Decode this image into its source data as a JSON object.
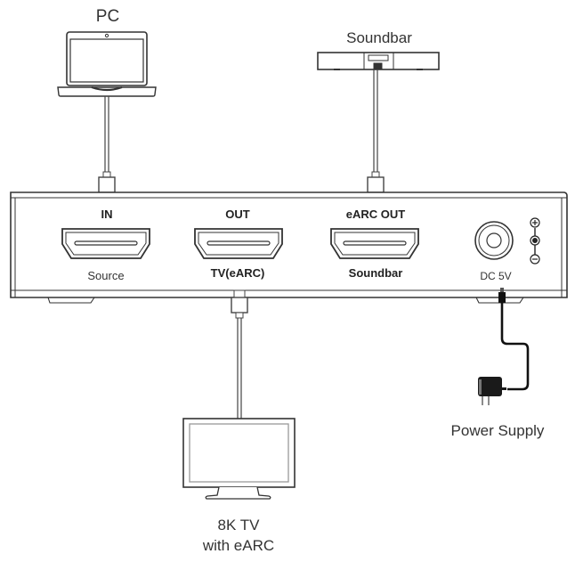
{
  "devices": {
    "pc": {
      "label": "PC"
    },
    "soundbar": {
      "label": "Soundbar"
    },
    "tv": {
      "label_line1": "8K TV",
      "label_line2": "with eARC"
    },
    "power_supply": {
      "label": "Power Supply"
    }
  },
  "unit": {
    "ports": [
      {
        "top_label": "IN",
        "bottom_label": "Source"
      },
      {
        "top_label": "OUT",
        "bottom_label": "TV(eARC)"
      },
      {
        "top_label": "eARC OUT",
        "bottom_label": "Soundbar"
      }
    ],
    "dc_label": "DC 5V",
    "polarity": {
      "plus": "+",
      "minus": "−"
    }
  }
}
